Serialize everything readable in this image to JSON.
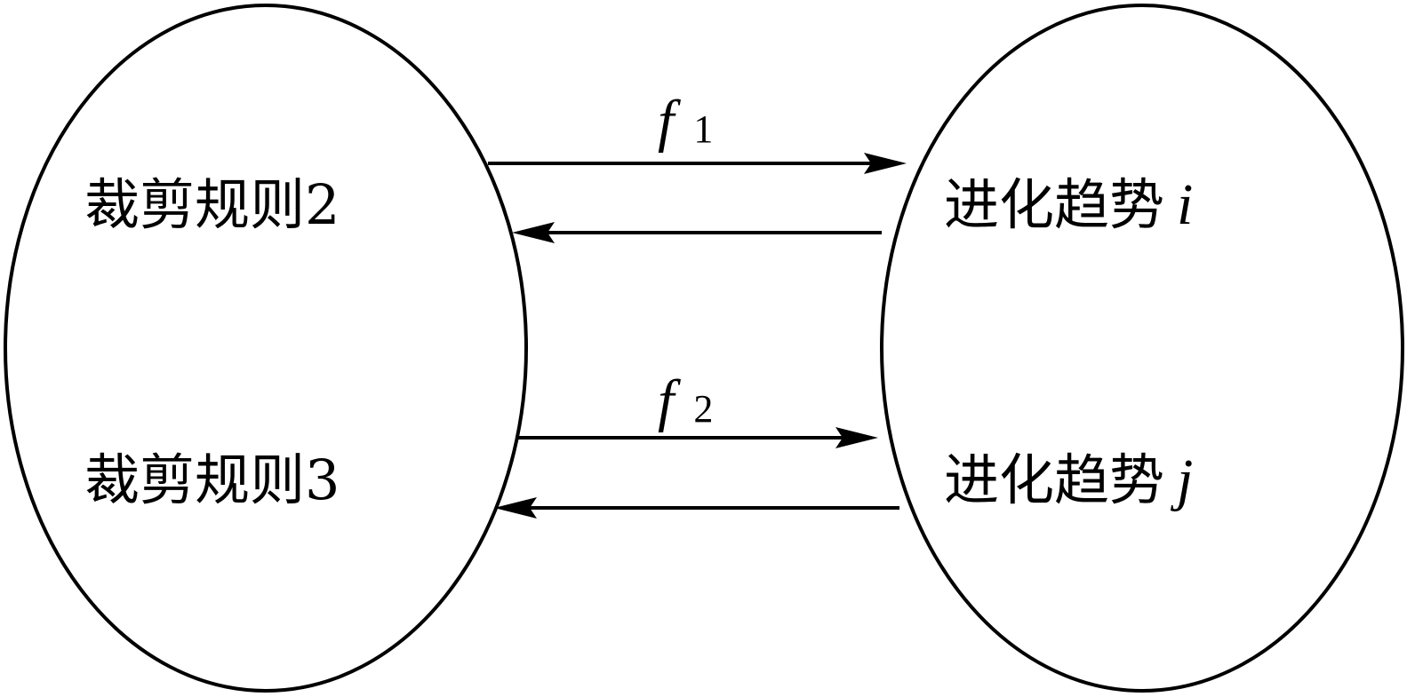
{
  "left_group": {
    "rules": [
      {
        "text": "裁剪规则2"
      },
      {
        "text": "裁剪规则3"
      }
    ]
  },
  "right_group": {
    "trends": [
      {
        "text": "进化趋势",
        "var": "i"
      },
      {
        "text": "进化趋势",
        "var": "j"
      }
    ]
  },
  "mappings": [
    {
      "symbol": "f",
      "subscript": "1"
    },
    {
      "symbol": "f",
      "subscript": "2"
    }
  ]
}
